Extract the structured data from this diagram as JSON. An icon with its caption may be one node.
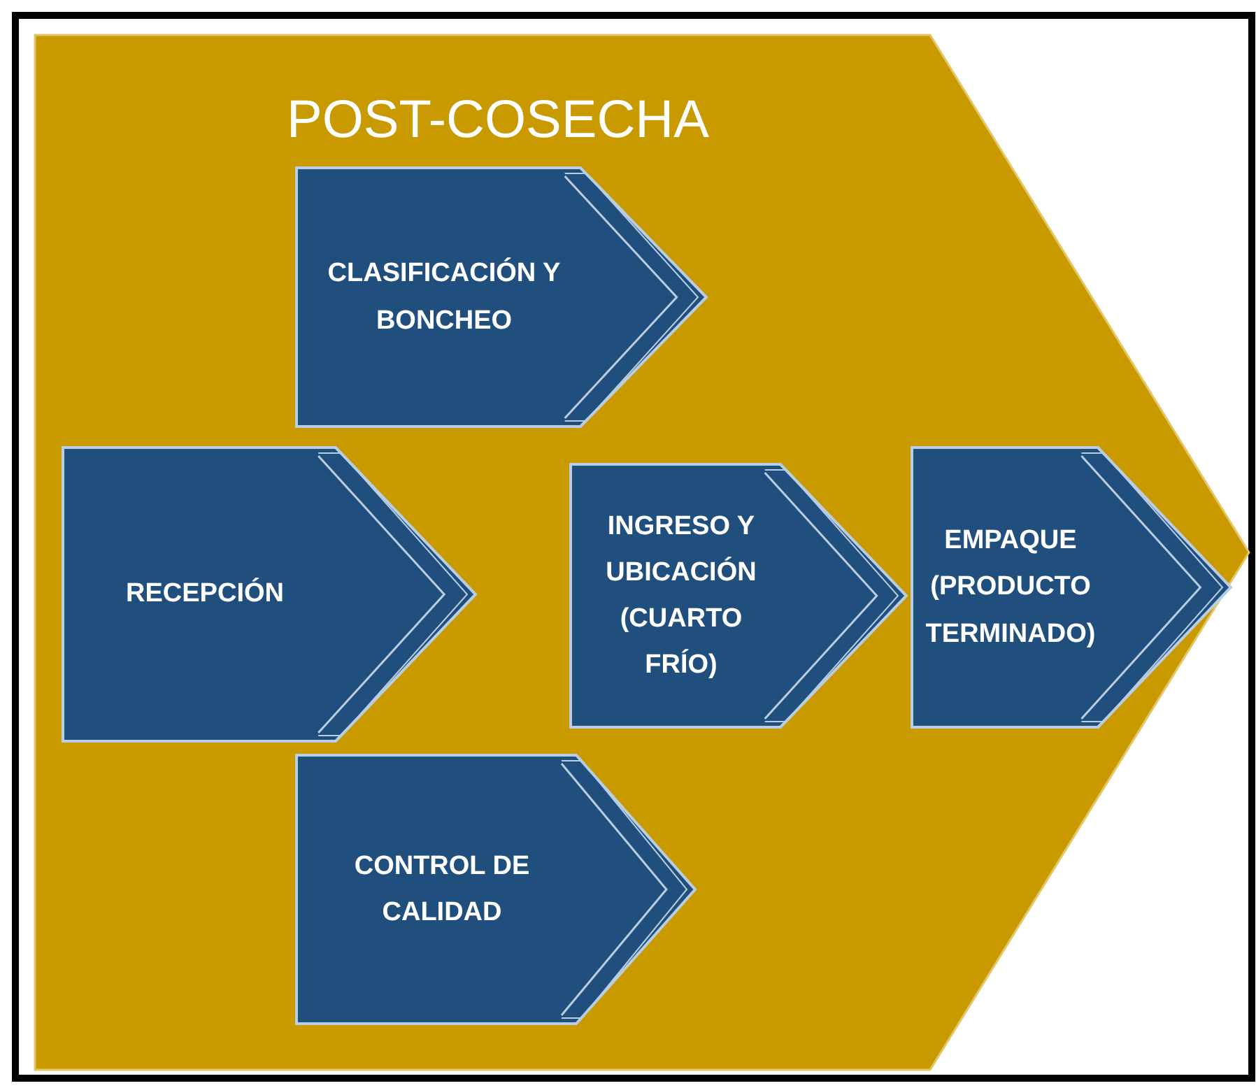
{
  "diagram": {
    "nodes": [
      {
        "text": [
          "POST-COSECHA"
        ]
      },
      {
        "text": [
          "RECEPCIÓN"
        ],
        "in": 0
      },
      {
        "text": [
          "CLASIFICACIÓN Y BONCHEO"
        ],
        "in": 0
      },
      {
        "text": [
          "CONTROL DE CALIDAD"
        ],
        "in": 0
      },
      {
        "text": [
          "INGRESO Y UBICACIÓN (CUARTO FRÍO)"
        ],
        "in": 0
      },
      {
        "text": [
          "EMPAQUE (PRODUCTO TERMINADO)"
        ],
        "in": 0
      }
    ]
  }
}
